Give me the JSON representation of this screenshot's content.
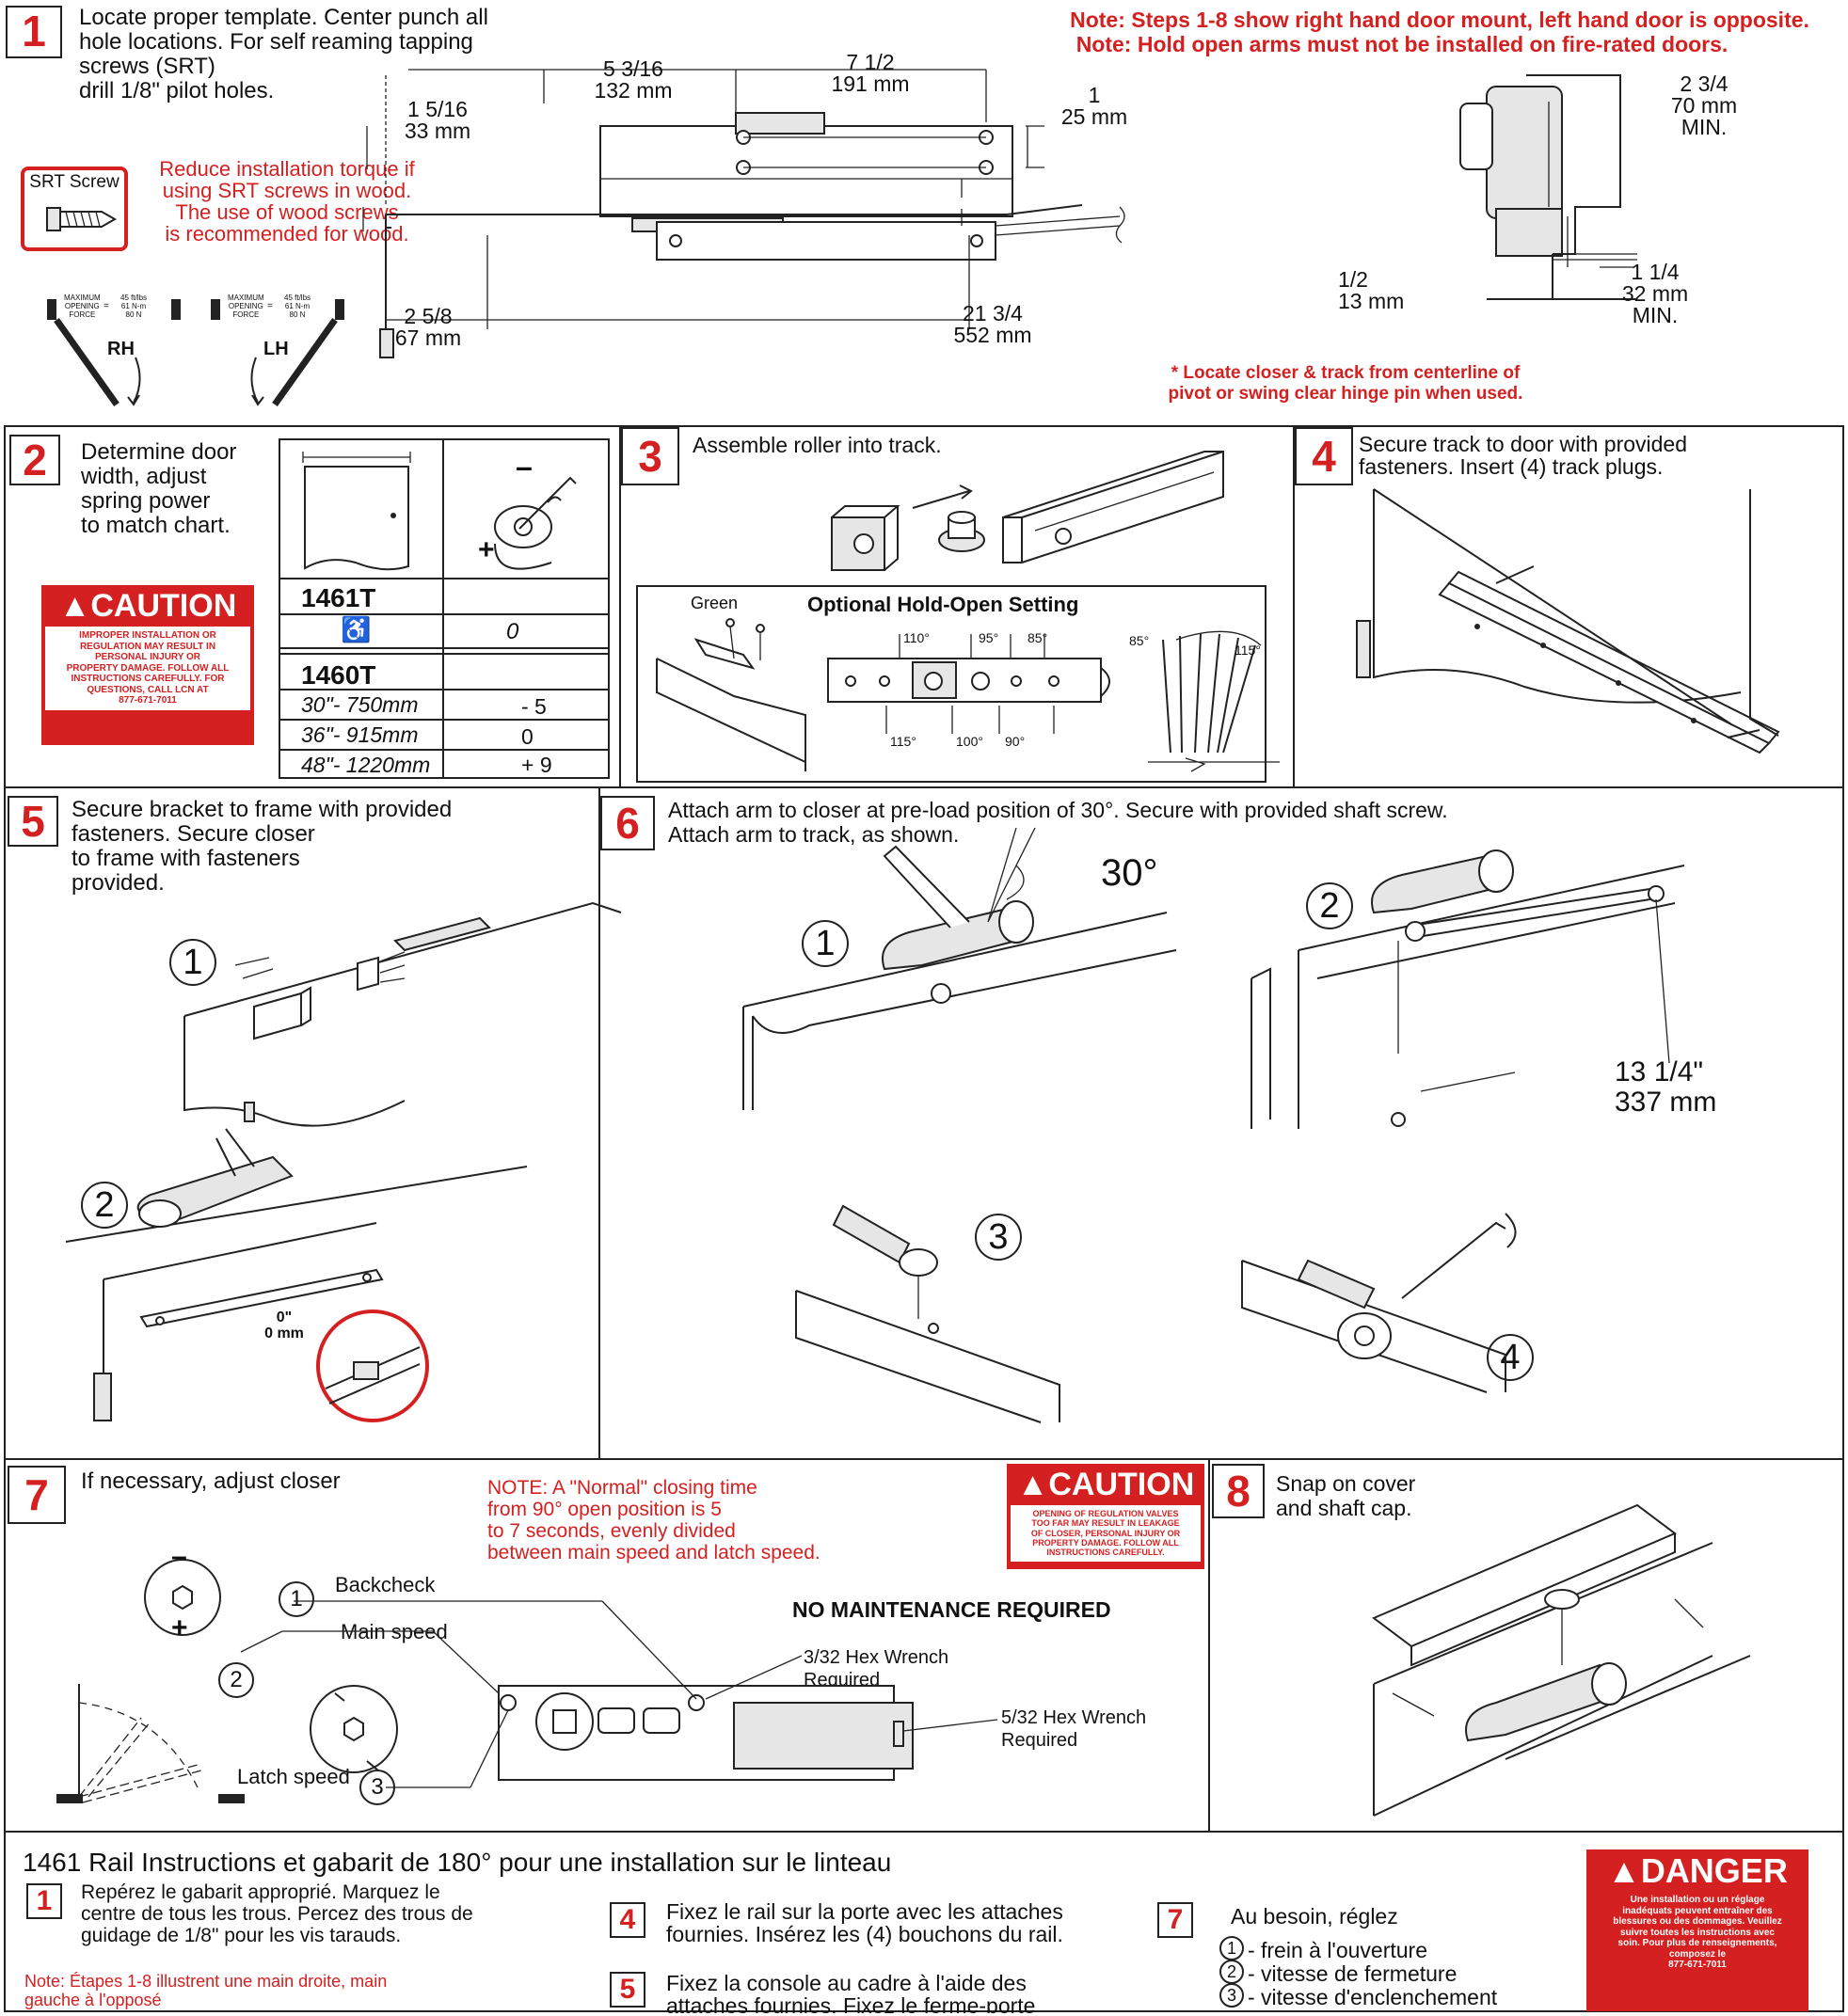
{
  "step1": {
    "num": "1",
    "text": "Locate proper template. Center punch all\nhole locations. For self reaming tapping\nscrews (SRT)\ndrill 1/8\" pilot holes.",
    "srt_label": "SRT Screw",
    "srt_note": "Reduce installation torque if\nusing SRT screws in wood.\nThe use of wood screws\nis recommended for wood.",
    "note1": "Note: Steps 1-8 show right hand door mount, left hand door is opposite.",
    "note2": "Note: Hold open arms must not be installed on fire-rated doors.",
    "dim_516": "5 3/16\n132 mm",
    "dim_712": "7 1/2\n191 mm",
    "dim_1516": "1 5/16\n33 mm",
    "dim_1": "1\n25 mm",
    "dim_12": "1/2\n13 mm",
    "dim_258": "2 5/8\n67 mm",
    "dim_2134": "21 3/4\n552 mm",
    "dim_234": "2 3/4\n70 mm\nMIN.",
    "dim_114": "1 1/4\n32 mm\nMIN.",
    "locate_note": "* Locate closer & track from centerline of\npivot or swing clear hinge pin when used.",
    "force_label": "MAXIMUM\nOPENING\nFORCE",
    "force_eq": "=",
    "force_val": "45 ft/lbs\n61 N-m\n80 N",
    "rh": "RH",
    "lh": "LH"
  },
  "step2": {
    "num": "2",
    "text": "Determine door\nwidth, adjust\nspring power\nto match chart.",
    "caution_head": "CAUTION",
    "caution_body": "IMPROPER INSTALLATION OR\nREGULATION MAY RESULT IN\nPERSONAL INJURY OR\nPROPERTY DAMAGE. FOLLOW ALL\nINSTRUCTIONS CAREFULLY. FOR\nQUESTIONS, CALL LCN AT\n877-671-7011",
    "minus": "–",
    "plus": "+",
    "model_a": "1461T",
    "accessible_icon": "♿",
    "accessible_val": "0",
    "model_b": "1460T",
    "rows": [
      {
        "size": "30\"- 750mm",
        "val": "- 5"
      },
      {
        "size": "36\"- 915mm",
        "val": "0"
      },
      {
        "size": "48\"- 1220mm",
        "val": "+ 9"
      }
    ]
  },
  "step3": {
    "num": "3",
    "text": "Assemble roller into track.",
    "hold_title": "Optional Hold-Open Setting",
    "green": "Green",
    "deg_top": [
      "110°",
      "95°",
      "85°"
    ],
    "deg_bottom": [
      "115°",
      "100°",
      "90°"
    ],
    "deg_85": "85°",
    "deg_115": "115°"
  },
  "step4": {
    "num": "4",
    "text": "Secure track to door with provided\n            fasteners. Insert (4) track plugs."
  },
  "step5": {
    "num": "5",
    "text": "Secure bracket to frame with provided\nfasteners. Secure closer\nto frame with fasteners\nprovided.",
    "c1": "1",
    "c2": "2",
    "zero": "0\"\n0 mm"
  },
  "step6": {
    "num": "6",
    "text": "Attach arm to closer at pre-load position of 30°.  Secure with provided shaft screw.\nAttach arm to track, as shown.",
    "deg30": "30°",
    "c1": "1",
    "c2": "2",
    "c3": "3",
    "c4": "4",
    "dim": "13 1/4\"\n337 mm"
  },
  "step7": {
    "num": "7",
    "text": "If necessary, adjust closer",
    "note": "NOTE: A \"Normal\" closing time\nfrom 90° open position is  5\nto 7 seconds, evenly divided\nbetween main speed and latch speed.",
    "caution_head": "CAUTION",
    "caution_body": "OPENING OF REGULATION VALVES\nTOO FAR MAY RESULT IN LEAKAGE\nOF CLOSER, PERSONAL INJURY OR\nPROPERTY DAMAGE. FOLLOW ALL\nINSTRUCTIONS CAREFULLY.",
    "no_maint": "NO MAINTENANCE REQUIRED",
    "backcheck": "Backcheck",
    "main_speed": "Main speed",
    "latch_speed": "Latch speed",
    "hex332": "3/32 Hex Wrench\nRequired",
    "hex532": "5/32 Hex Wrench\nRequired",
    "c1": "1",
    "c2": "2",
    "c3": "3",
    "minus": "–",
    "plus": "+"
  },
  "step8": {
    "num": "8",
    "text": "Snap on cover\nand shaft cap."
  },
  "french": {
    "title": "1461 Rail Instructions et gabarit de 180° pour une installation sur le linteau",
    "s1_num": "1",
    "s1_text": "Repérez le gabarit approprié.  Marquez le\ncentre de tous les trous. Percez des trous de\nguidage de 1/8\" pour les vis tarauds.",
    "note": "Note: Étapes 1-8 illustrent une main droite, main\ngauche à l'opposé",
    "s4_num": "4",
    "s4_text": "Fixez le rail sur la porte avec les attaches\nfournies. Insérez les (4) bouchons du rail.",
    "s5_num": "5",
    "s5_text": "Fixez la console au cadre à l'aide des\nattaches fournies. Fixez le ferme-porte",
    "s7_num": "7",
    "s7_text": "Au besoin, réglez",
    "s7_items": [
      "frein à l'ouverture",
      "vitesse de fermeture",
      "vitesse d'enclenchement"
    ],
    "s7_nums": [
      "1",
      "2",
      "3"
    ],
    "danger_head": "DANGER",
    "danger_body": "Une installation ou un réglage\ninadéquats peuvent entraîner des\nblessures ou des dommages. Veuillez\nsuivre toutes les instructions avec\nsoin. Pour plus de renseignements,\ncomposez le\n877-671-7011"
  },
  "colors": {
    "accent_red": "#d42020",
    "line": "#222222"
  }
}
